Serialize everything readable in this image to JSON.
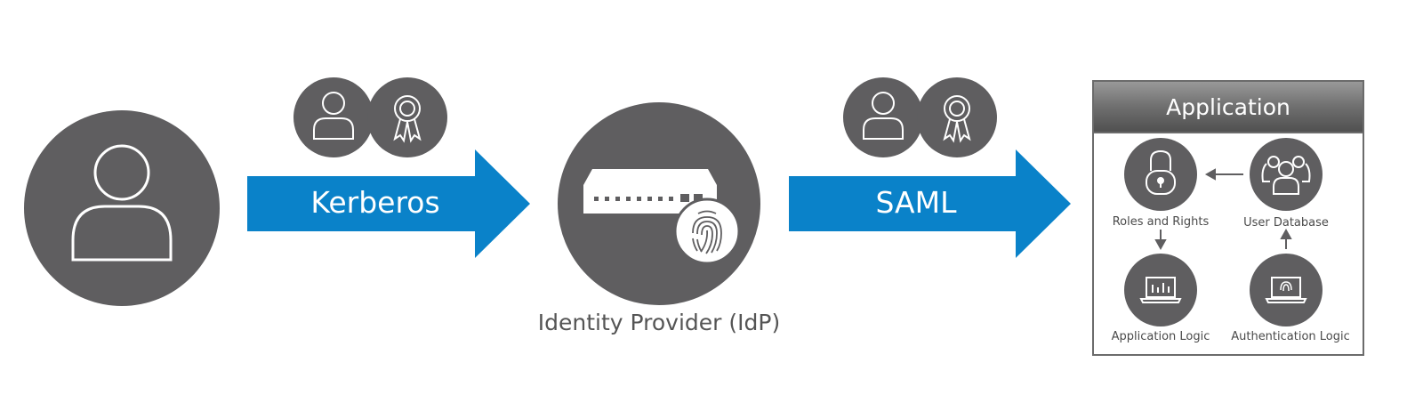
{
  "protocols": {
    "first": "Kerberos",
    "second": "SAML"
  },
  "idp": {
    "label": "Identity Provider (IdP)"
  },
  "application": {
    "title": "Application",
    "components": {
      "roles": "Roles and Rights",
      "user_db": "User Database",
      "app_logic": "Application Logic",
      "auth_logic": "Authentication Logic"
    }
  },
  "colors": {
    "arrow_blue": "#0a82c9",
    "circle_gray": "#5f5e60",
    "header_gray": "#6b6b6b",
    "text_gray": "#555555"
  },
  "icons": [
    "user-icon",
    "ribbon-award-icon",
    "server-appliance-icon",
    "fingerprint-icon",
    "padlock-icon",
    "users-group-icon",
    "laptop-chart-icon",
    "laptop-fingerprint-icon"
  ]
}
